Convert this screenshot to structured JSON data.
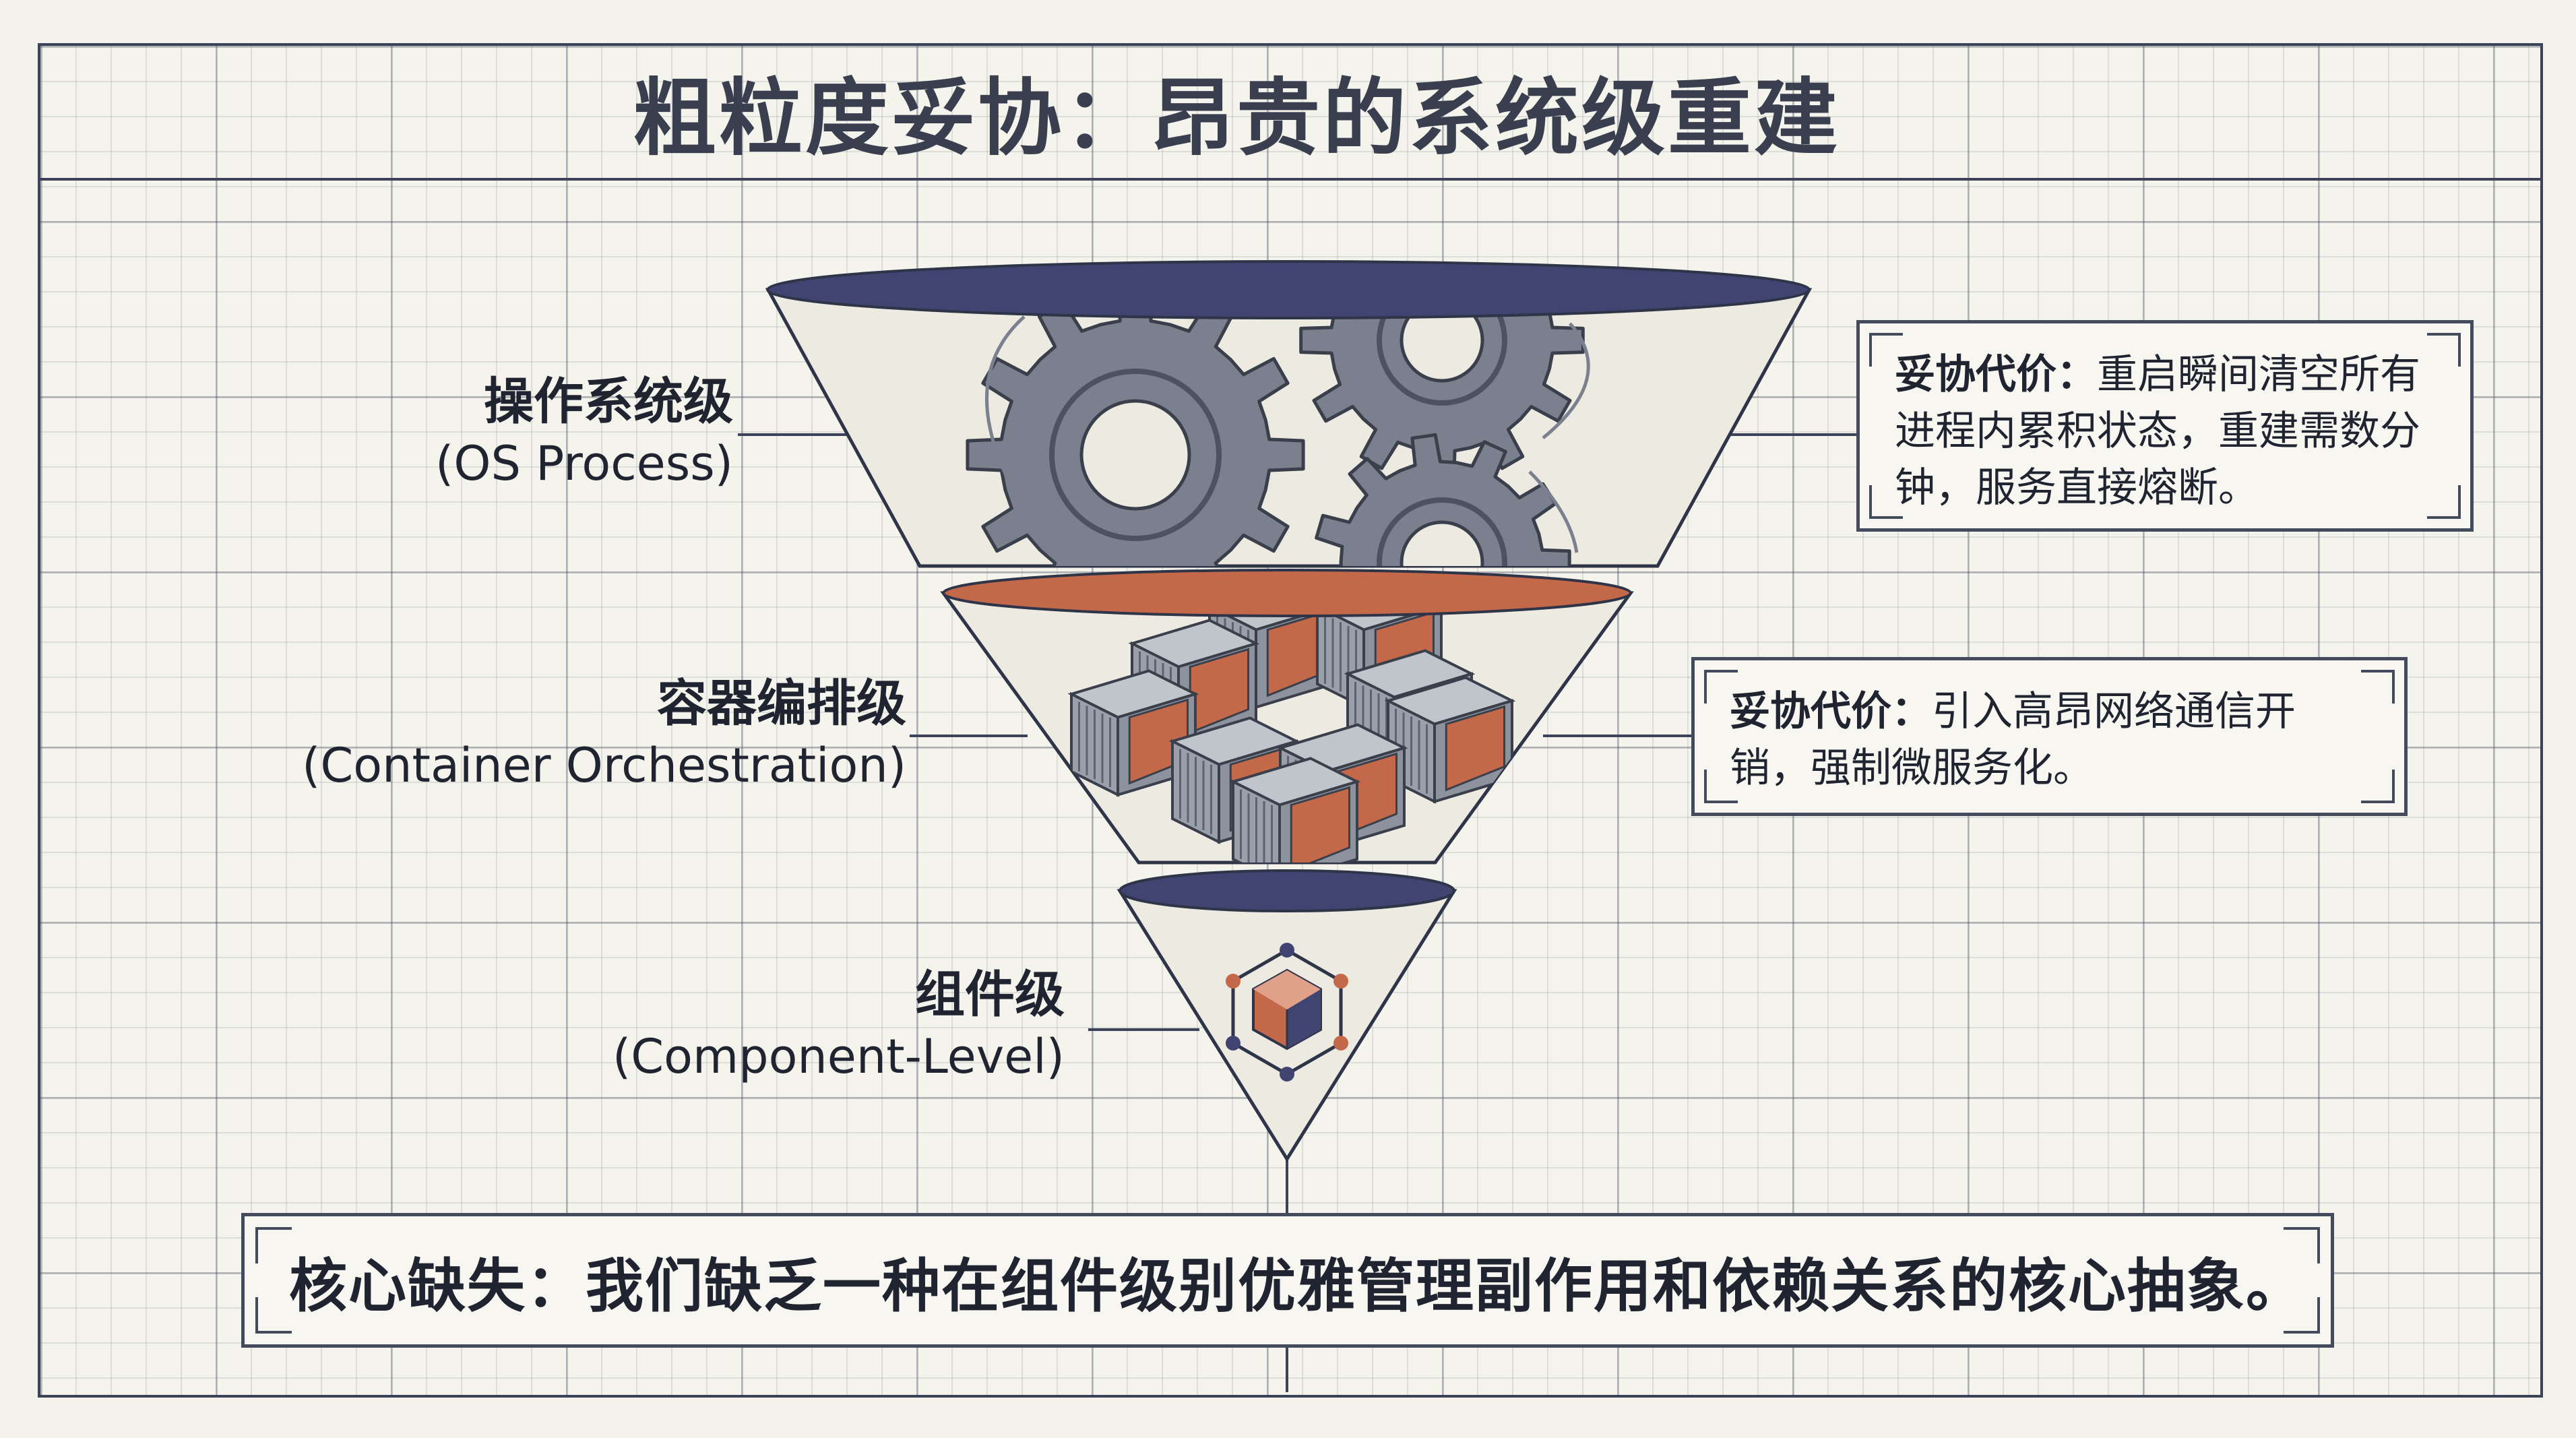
{
  "title": "粗粒度妥协：昂贵的系统级重建",
  "levels": [
    {
      "name_zh": "操作系统级",
      "name_en": "(OS Process)"
    },
    {
      "name_zh": "容器编排级",
      "name_en": "(Container Orchestration)"
    },
    {
      "name_zh": "组件级",
      "name_en": "(Component-Level)"
    }
  ],
  "callouts": [
    {
      "label": "妥协代价：",
      "text": "重启瞬间清空所有进程内累积状态，重建需数分钟，服务直接熔断。"
    },
    {
      "label": "妥协代价：",
      "text": "引入高昂网络通信开销，强制微服务化。"
    }
  ],
  "bottom": "核心缺失：我们缺乏一种在组件级别优雅管理副作用和依赖关系的核心抽象。",
  "colors": {
    "navy": "#3f4570",
    "rust": "#c4684a",
    "gear": "#7a808d",
    "line": "#3c4358",
    "cube": "#9aa0aa"
  },
  "icons": [
    "gear-icon",
    "container-cube-icon",
    "component-hex-icon"
  ]
}
